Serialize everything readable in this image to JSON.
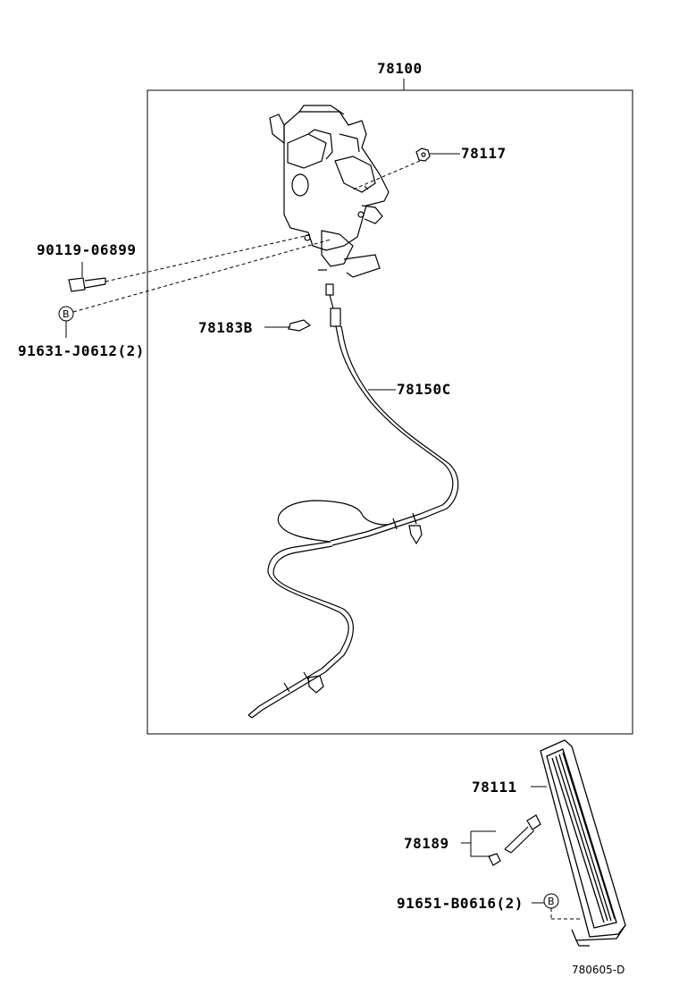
{
  "labels": {
    "assembly": "78100",
    "nut": "78117",
    "bolt": "90119-06899",
    "clip_bolt": "91631-J0612(2)",
    "clamp": "78183B",
    "cable": "78150C",
    "pedal_pad": "78111",
    "bolt_nut": "78189",
    "pedal_clip": "91651-B0616(2)"
  },
  "callout_letter": "B",
  "footer_code": "780605-D"
}
